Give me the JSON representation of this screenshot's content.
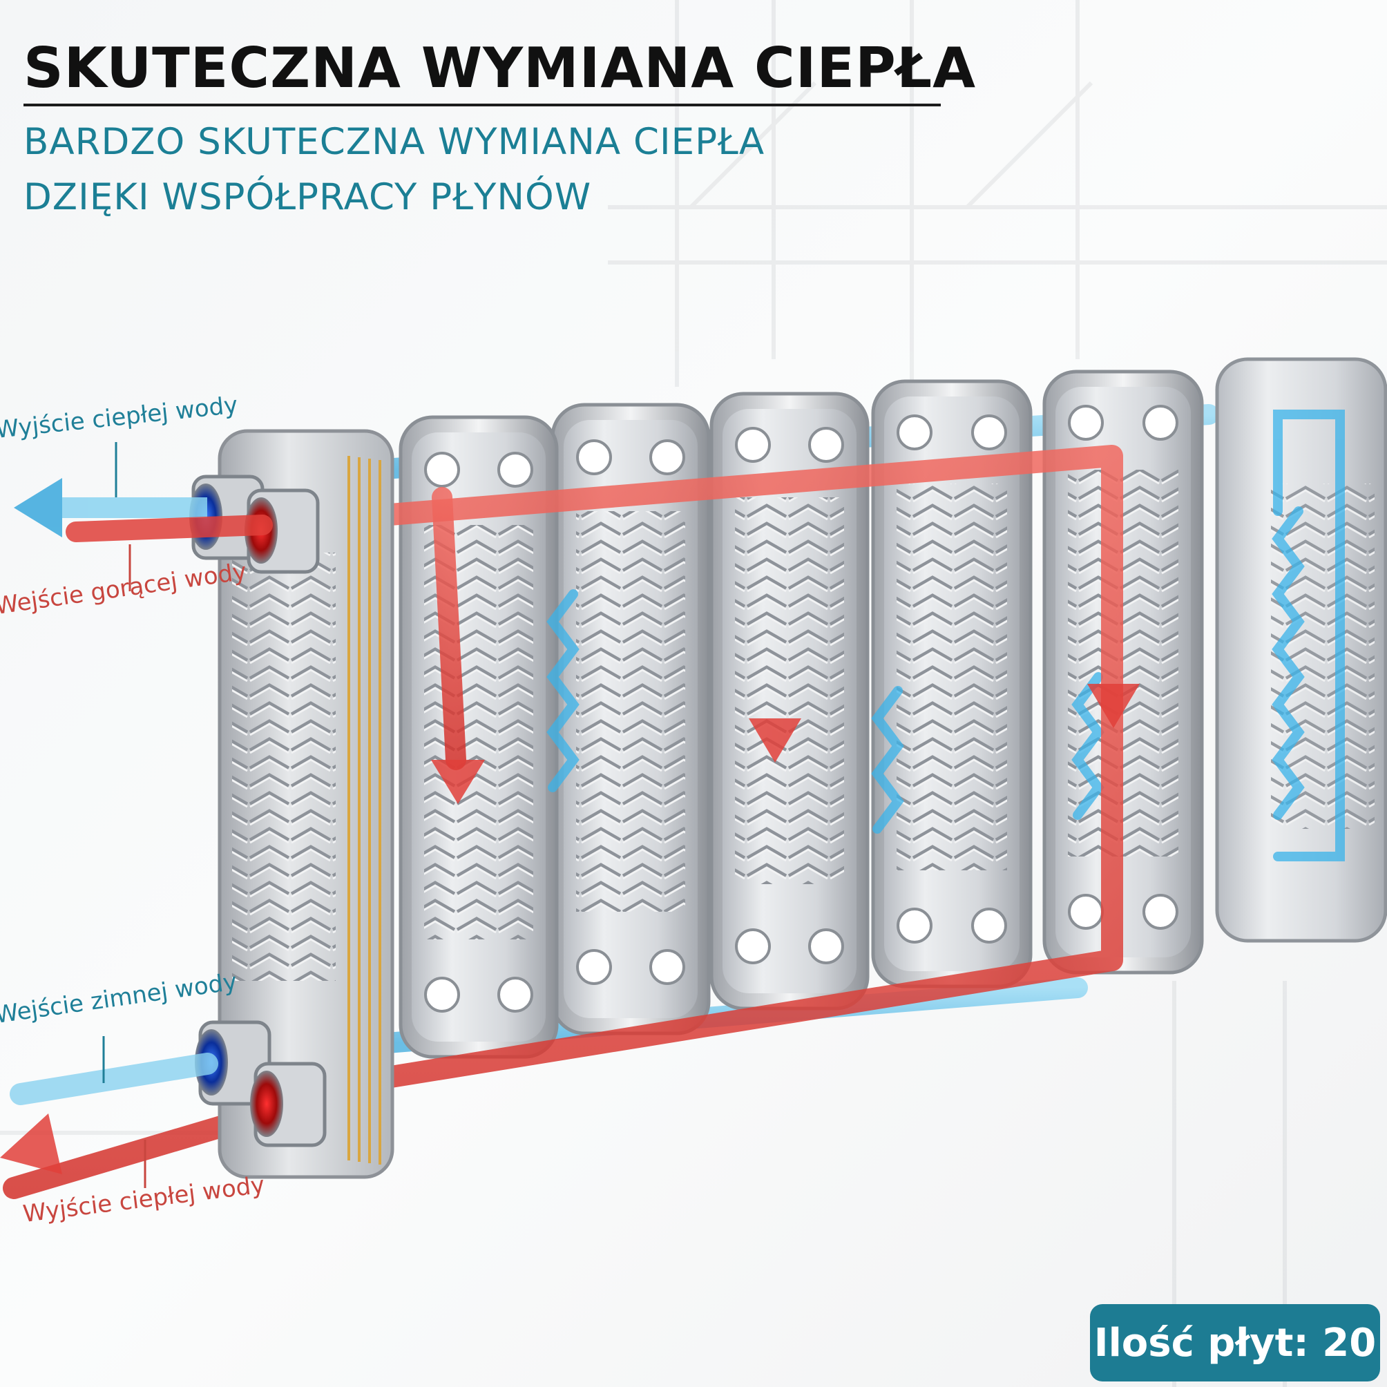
{
  "header": {
    "title": "SKUTECZNA WYMIANA CIEPŁA",
    "subtitle_line1": "BARDZO SKUTECZNA WYMIANA CIEPŁA",
    "subtitle_line2": "DZIĘKI WSPÓŁPRACY PŁYNÓW"
  },
  "labels": {
    "hot_water_outlet_top": "Wyjście ciepłej wody",
    "hot_water_inlet": "Wejście gorącej wody",
    "cold_water_inlet": "Wejście zimnej wody",
    "warm_water_outlet_bottom": "Wyjście ciepłej wody"
  },
  "badge": {
    "text": "Ilość płyt: 20"
  },
  "colors": {
    "title": "#111111",
    "subtitle": "#1b7f95",
    "hot_flow": "#e0403a",
    "cold_flow": "#3fb4e6",
    "badge_background": "#1d7c93",
    "plate": "#c9ccd1",
    "gasket": "#d9a640"
  }
}
